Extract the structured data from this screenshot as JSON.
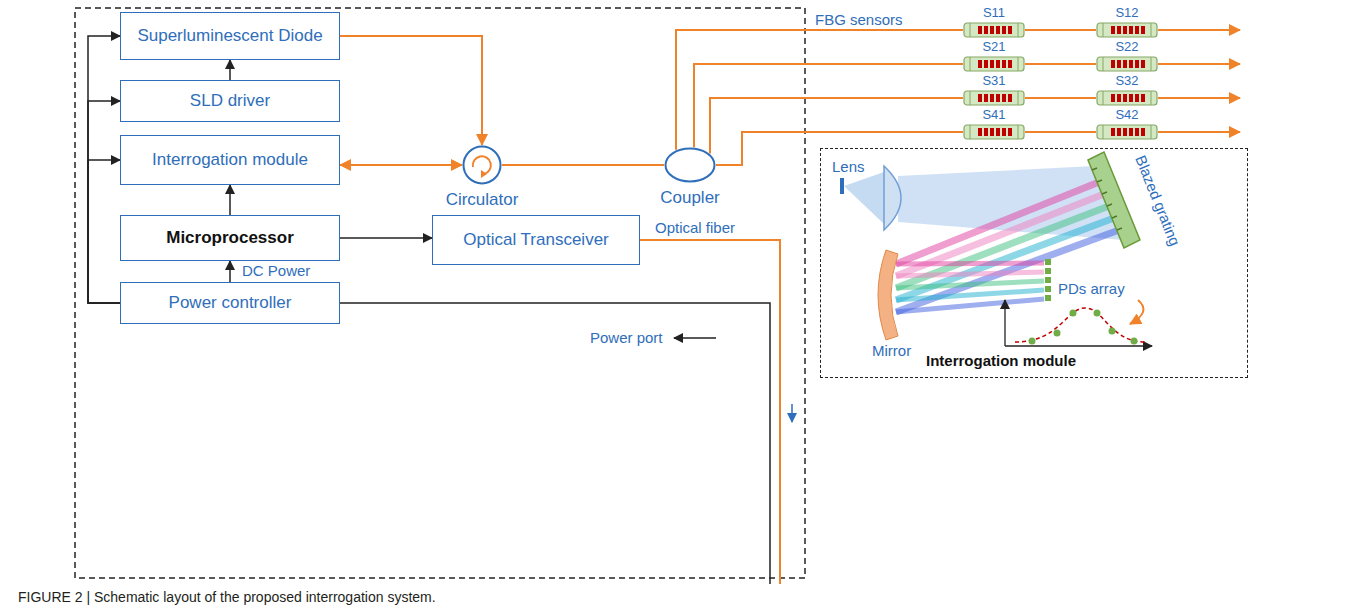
{
  "diagram": {
    "caption": "FIGURE 2 | Schematic layout of the proposed interrogation system.",
    "nodes": [
      {
        "text": [
          "Superluminescent Diode"
        ]
      },
      {
        "text": [
          "SLD driver"
        ]
      },
      {
        "text": [
          "Interrogation module"
        ]
      },
      {
        "text": [
          "Microprocessor"
        ]
      },
      {
        "text": [
          "Optical Transceiver"
        ]
      },
      {
        "text": [
          "Power controller"
        ]
      },
      {
        "text": [
          "Circulator"
        ]
      },
      {
        "text": [
          "Coupler"
        ]
      },
      {
        "text": [
          "S11"
        ]
      },
      {
        "text": [
          "S12"
        ]
      },
      {
        "text": [
          "S21"
        ]
      },
      {
        "text": [
          "S22"
        ]
      },
      {
        "text": [
          "S31"
        ]
      },
      {
        "text": [
          "S32"
        ]
      },
      {
        "text": [
          "S41"
        ]
      },
      {
        "text": [
          "S42"
        ]
      },
      {
        "text": [
          "Interrogation module"
        ]
      }
    ],
    "edges": [
      {
        "from": 1,
        "to": 0,
        "arrow": "to"
      },
      {
        "from": 3,
        "to": 2,
        "arrow": "to"
      },
      {
        "from": 3,
        "to": 4,
        "arrow": "to"
      },
      {
        "from": 5,
        "to": 3,
        "label": "DC Power",
        "arrow": "to"
      },
      {
        "from": 5,
        "to": 0,
        "arrow": "to"
      },
      {
        "from": 5,
        "to": 1,
        "arrow": "to"
      },
      {
        "from": 5,
        "to": 2,
        "arrow": "to"
      },
      {
        "from": 0,
        "to": 6,
        "arrow": "to"
      },
      {
        "from": 6,
        "to": 2,
        "arrow": "both"
      },
      {
        "from": 6,
        "to": 7,
        "arrow": "none"
      },
      {
        "from": 7,
        "to": 8,
        "arrow": "none"
      },
      {
        "from": 7,
        "to": 10,
        "arrow": "none"
      },
      {
        "from": 7,
        "to": 12,
        "arrow": "none"
      },
      {
        "from": 7,
        "to": 14,
        "arrow": "none"
      },
      {
        "from": 8,
        "to": 9,
        "arrow": "none"
      },
      {
        "from": 10,
        "to": 11,
        "arrow": "none"
      },
      {
        "from": 12,
        "to": 13,
        "arrow": "none"
      },
      {
        "from": 14,
        "to": 15,
        "arrow": "none"
      }
    ],
    "labels": [
      "FBG sensors",
      "Optical fiber",
      "Power port",
      "Lens",
      "Blazed grating",
      "Mirror",
      "PDs array"
    ]
  }
}
